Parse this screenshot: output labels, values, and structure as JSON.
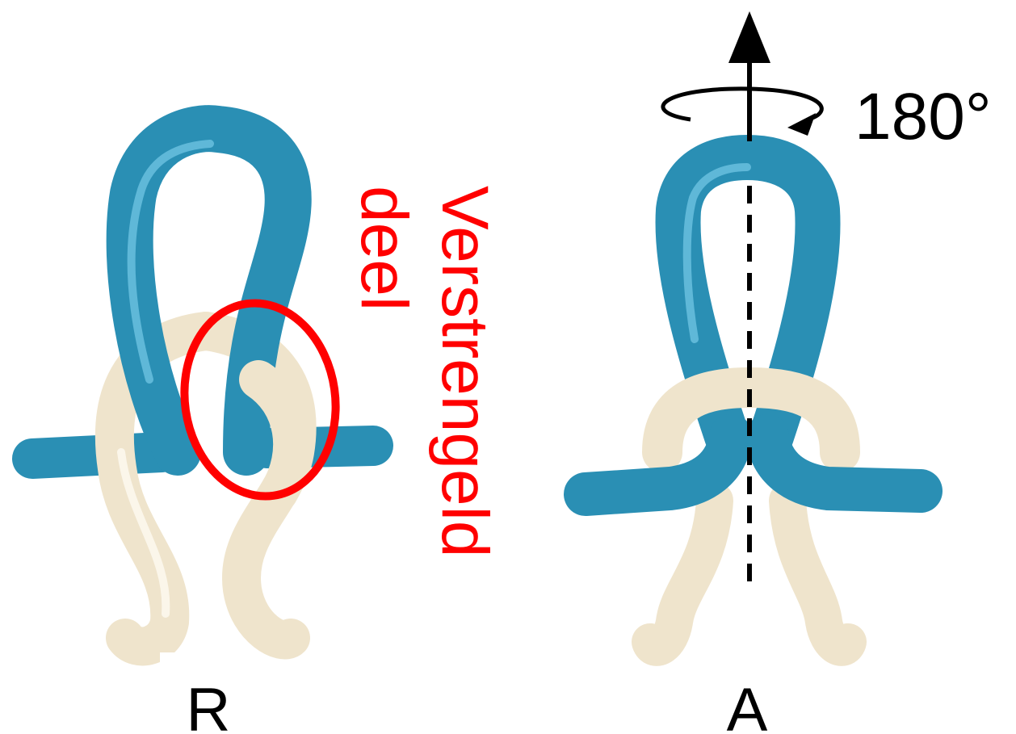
{
  "figure": {
    "left_label": "R",
    "right_label": "A",
    "rotation_label": "180°",
    "annotation": {
      "line1": "Verstrengeld",
      "line2": "deel",
      "color": "#ff0000"
    }
  },
  "colors": {
    "blue_strand": "#2a8fb4",
    "blue_highlight": "#5fb8d8",
    "cream_strand": "#efe4cc",
    "cream_highlight": "#fbf6ea",
    "ink": "#000000"
  }
}
